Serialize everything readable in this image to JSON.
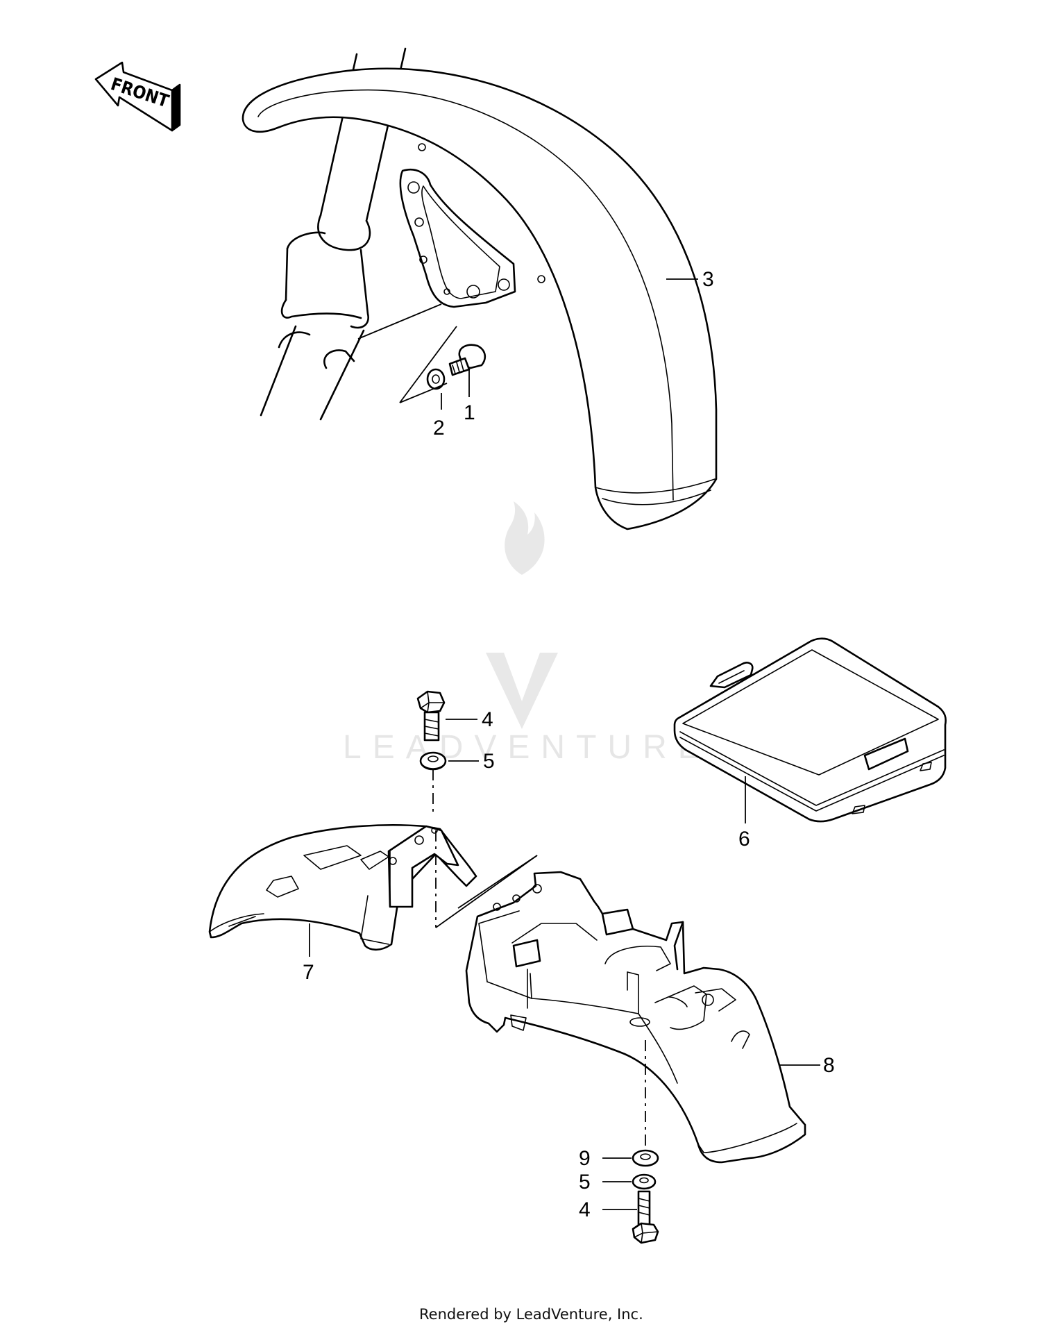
{
  "direction_label": "FRONT",
  "watermark": {
    "text": "LEADVENTURE"
  },
  "parts": {
    "front_fender_bolt": "1",
    "front_fender_washer": "2",
    "front_fender": "3",
    "bolt_top": "4",
    "lock_washer_top": "5",
    "battery_case": "6",
    "rear_fender_front": "7",
    "rear_fender": "8",
    "flat_washer": "9",
    "lock_washer_bottom": "5",
    "bolt_bottom": "4"
  },
  "footer": {
    "credit": "Rendered by LeadVenture, Inc."
  },
  "colors": {
    "line": "#000000",
    "watermark": "#e6e6e6"
  },
  "icons": {
    "front_arrow": "left-arrow-icon",
    "watermark_logo": "flame-v-logo-icon"
  }
}
